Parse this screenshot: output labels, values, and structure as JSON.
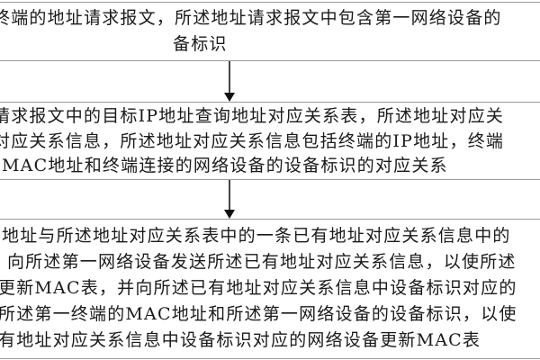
{
  "flowchart": {
    "steps": [
      {
        "lines": [
          "终端的地址请求报文，所述地址请求报文中包含第一网络设备的",
          "备标识"
        ]
      },
      {
        "lines": [
          "请求报文中的目标IP地址查询地址对应关系表，所述地址对应关",
          "对应关系信息，所述地址对应关系信息包括终端的IP地址，终端",
          "MAC地址和终端连接的网络设备的设备标识的对应关系"
        ]
      },
      {
        "lines": [
          "地址与所述地址对应关系表中的一条已有地址对应关系信息中的",
          "向所述第一网络设备发送所述已有地址对应关系信息，以使所述",
          "更新MAC表，并向所述已有地址对应关系信息中设备标识对应的",
          "所述第一终端的MAC地址和所述第一网络设备的设备标识，以使",
          "有地址对应关系信息中设备标识对应的网络设备更新MAC表"
        ]
      }
    ],
    "connectors": [
      {
        "from": 1,
        "to": 2,
        "type": "arrow-down"
      },
      {
        "from": 2,
        "to": 3,
        "type": "arrow-down"
      }
    ]
  }
}
